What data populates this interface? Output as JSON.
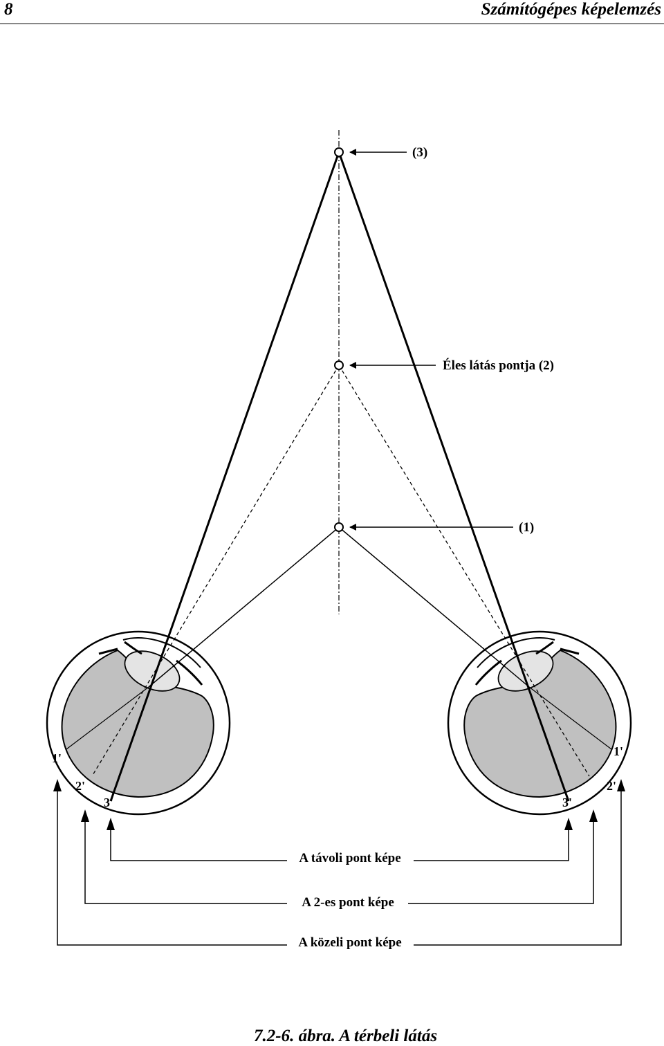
{
  "header": {
    "page_number": "8",
    "running_title": "Számítógépes képelemzés"
  },
  "figure": {
    "points": {
      "far": "(3)",
      "focus": "Éles látás pontja (2)",
      "near": "(1)"
    },
    "retina_marks": {
      "left": [
        "1'",
        "2'",
        "3'"
      ],
      "right": [
        "1'",
        "2'",
        "3'"
      ]
    },
    "legend": {
      "far_image": "A távoli pont képe",
      "two_image": "A 2-es pont képe",
      "near_image": "A közeli pont képe"
    },
    "colors": {
      "eyeball_fill": "#c0c0c0",
      "lens_fill": "#e4e4e4",
      "ink": "#000000"
    }
  },
  "caption": "7.2-6. ábra. A térbeli látás"
}
